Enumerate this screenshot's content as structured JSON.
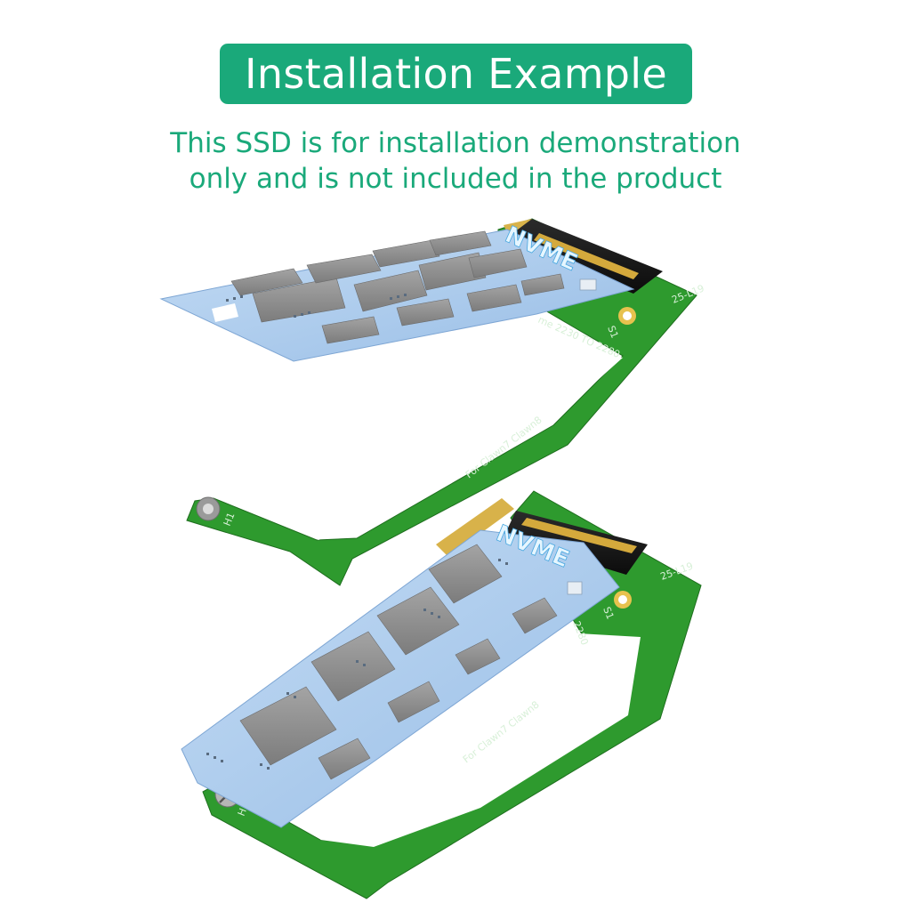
{
  "header": {
    "title": "Installation Example",
    "subtitle_line1": "This SSD is for installation demonstration",
    "subtitle_line2": "only and is not included in the product"
  },
  "top_assembly": {
    "ssd_brand": "NVME",
    "pcb_label_model": "25-L19",
    "pcb_label_adapter": "me 2230 TO 2280",
    "pcb_label_compat": "For Clawn7 Clawn8",
    "pcb_label_s1": "S1",
    "pcb_label_h1": "H1"
  },
  "bottom_assembly": {
    "ssd_brand": "NVME",
    "pcb_label_model": "25-L19",
    "pcb_label_adapter": "2280",
    "pcb_label_compat": "For Clawn7 Clawn8",
    "pcb_label_s1": "S1",
    "pcb_label_h1": "H1"
  },
  "colors": {
    "accent_green": "#1aa97a",
    "pcb_green": "#2e9a2e",
    "ssd_blue": "#a9c9ec",
    "chip_gray": "#8f8f8f"
  }
}
